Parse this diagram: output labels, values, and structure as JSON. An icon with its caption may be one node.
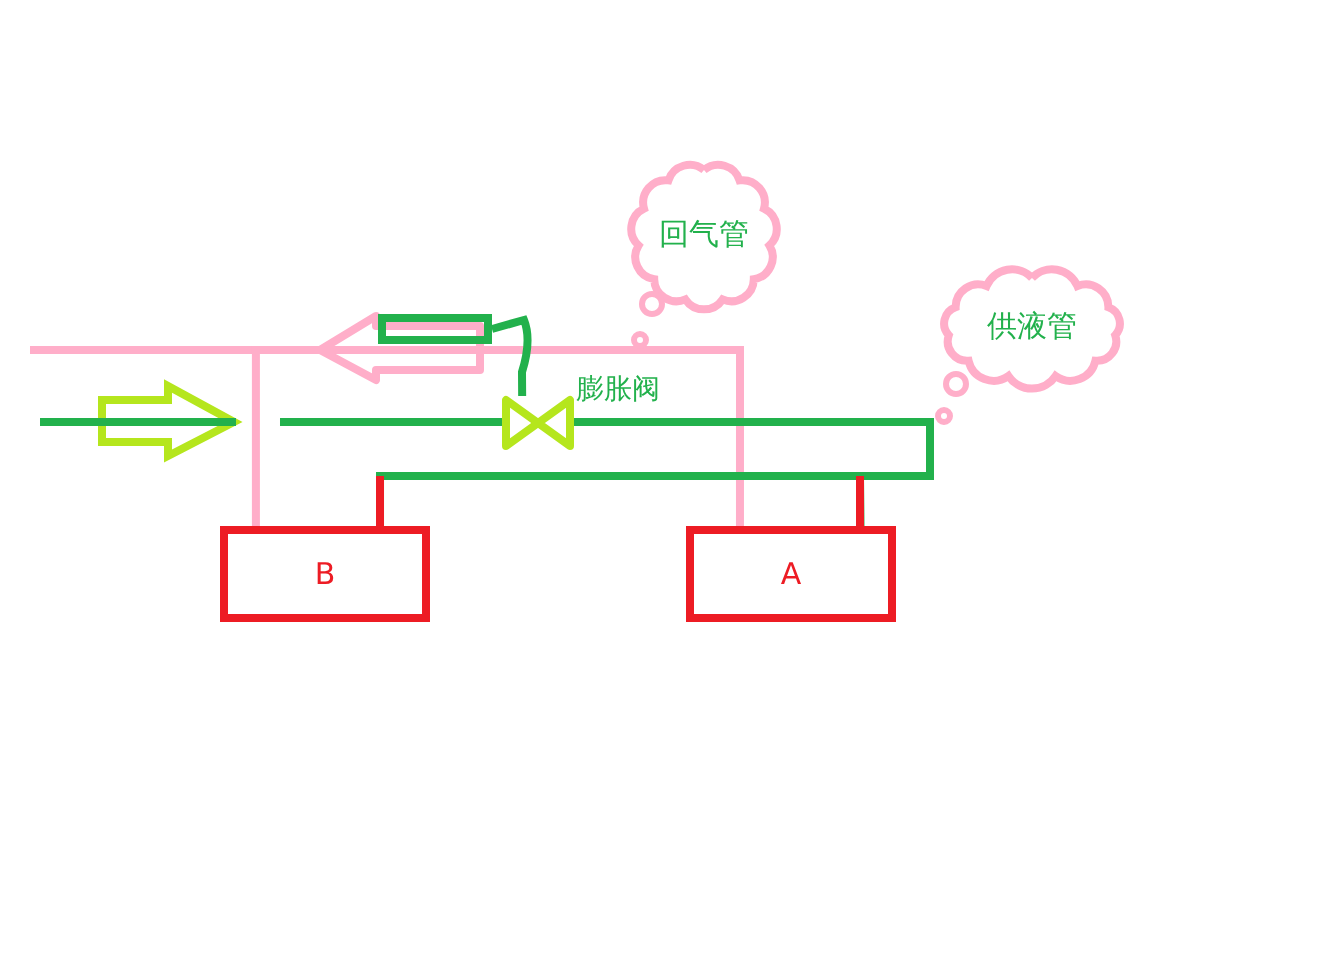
{
  "diagram": {
    "nodes": [
      {
        "text": [
          "回气管"
        ]
      },
      {
        "text": [
          "供液管"
        ]
      },
      {
        "text": [],
        "shape": "box"
      },
      {
        "text": [],
        "shape": "valve",
        "beside": [
          "膨胀阀"
        ]
      },
      {
        "text": [
          "B"
        ]
      },
      {
        "text": [
          "A"
        ]
      }
    ],
    "edges": [
      {
        "from": 4,
        "to": 5,
        "arrow": "none",
        "color": "#ffaec9"
      },
      {
        "from": null,
        "to": 3,
        "arrow": "none"
      },
      {
        "from": 3,
        "to": 5,
        "arrow": "none"
      },
      {
        "from": 4,
        "to": 5,
        "arrow": "none"
      },
      {
        "from": 2,
        "to": 3,
        "arrow": "none"
      }
    ]
  }
}
